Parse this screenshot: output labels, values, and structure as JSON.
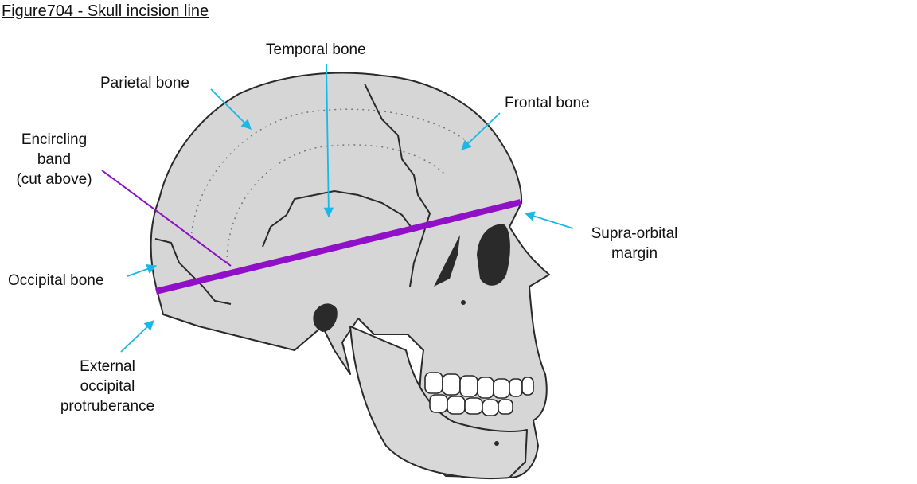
{
  "title": "Figure704 - Skull incision line",
  "labels": {
    "temporal": "Temporal bone",
    "parietal": "Parietal bone",
    "frontal": "Frontal bone",
    "band_line1": "Encircling",
    "band_line2": "band",
    "band_line3": "(cut above)",
    "supra_line1": "Supra-orbital",
    "supra_line2": "margin",
    "occipital": "Occipital bone",
    "ext_line1": "External",
    "ext_line2": "occipital",
    "ext_line3": "protruberance"
  },
  "colors": {
    "bone_fill": "#d6d6d6",
    "outline": "#2a2a2a",
    "pointer": "#19b8e6",
    "incision": "#9010c8",
    "band_pointer": "#8a10c0"
  },
  "icons": {
    "skull": "skull-lateral-illustration"
  }
}
